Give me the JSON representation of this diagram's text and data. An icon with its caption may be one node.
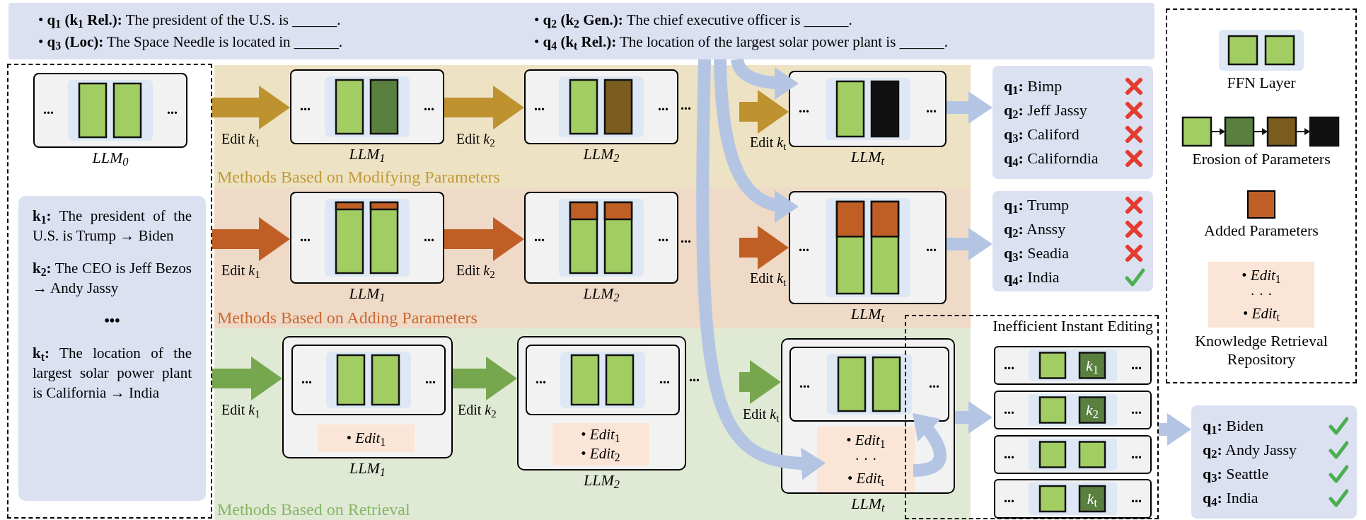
{
  "diagram": {
    "nodes": [
      {
        "text": [
          "• **q$_{1}$ (k$_{1}$ Rel.):** The president of the U.S. is ______.",
          "• **q$_{2}$ (k$_{2}$ Gen.):** The chief executive officer is ______.",
          "• **q$_{3}$ (Loc):** The Space Needle is located in ______.",
          "• **q$_{4}$ (k$_{t}$ Rel.):** The location of the largest solar power plant is ______."
        ]
      },
      {
        "text": [],
        "shape": "box"
      },
      {
        "text": [
          "...",
          "..."
        ],
        "in": 1,
        "beside": [
          "LLM$_{0}$"
        ]
      },
      {
        "text": [
          "**k$_{1}$:** The president of the U.S. is Trump → Biden",
          "**k$_{2}$:** The CEO is Jeff Bezos → Andy Jassy",
          "•••",
          "**k$_{t}$:** The location of the largest solar power plant is California → India"
        ],
        "in": 1
      },
      {
        "text": [
          "Methods Based on Modifying Parameters"
        ]
      },
      {
        "text": [
          "...",
          "..."
        ],
        "in": 4,
        "beside": [
          "LLM$_{1}$"
        ]
      },
      {
        "text": [
          "...",
          "..."
        ],
        "in": 4,
        "beside": [
          "LLM$_{2}$"
        ]
      },
      {
        "text": [
          "...",
          "..."
        ],
        "in": 4,
        "beside": [
          "LLM$_{t}$"
        ]
      },
      {
        "text": [
          "Methods Based on Adding Parameters"
        ]
      },
      {
        "text": [
          "...",
          "..."
        ],
        "in": 8,
        "beside": [
          "LLM$_{1}$"
        ]
      },
      {
        "text": [
          "...",
          "..."
        ],
        "in": 8,
        "beside": [
          "LLM$_{2}$"
        ]
      },
      {
        "text": [
          "...",
          "..."
        ],
        "in": 8,
        "beside": [
          "LLM$_{t}$"
        ]
      },
      {
        "text": [
          "Methods Based on Retrieval"
        ]
      },
      {
        "text": [],
        "shape": "box",
        "in": 12,
        "beside": [
          "LLM$_{1}$"
        ]
      },
      {
        "text": [
          "...",
          "..."
        ],
        "in": 13
      },
      {
        "text": [
          "• *Edit*$_{1}$"
        ],
        "in": 13
      },
      {
        "text": [],
        "shape": "box",
        "in": 12,
        "beside": [
          "LLM$_{2}$"
        ]
      },
      {
        "text": [
          "...",
          "..."
        ],
        "in": 16
      },
      {
        "text": [
          "• *Edit*$_{1}$",
          "• *Edit*$_{2}$"
        ],
        "in": 16
      },
      {
        "text": [],
        "shape": "box",
        "in": 12,
        "beside": [
          "LLM$_{t}$"
        ]
      },
      {
        "text": [
          "...",
          "..."
        ],
        "in": 19
      },
      {
        "text": [
          "• *Edit*$_{1}$",
          "· · ·",
          "• *Edit*$_{t}$"
        ],
        "in": 19
      },
      {
        "text": [
          "**q$_{1}$:** Bimp",
          "**q$_{2}$:** Jeff Jassy",
          "**q$_{3}$:** Califord",
          "**q$_{4}$:** Californdia"
        ]
      },
      {
        "text": [
          "**q$_{1}$:** Trump",
          "**q$_{2}$:** Anssy",
          "**q$_{3}$:** Seadia",
          "**q$_{4}$:** India"
        ]
      },
      {
        "text": [
          "Inefficient Instant Editing"
        ]
      },
      {
        "text": [
          "...",
          "*k*$_{1}$",
          "..."
        ],
        "in": 24
      },
      {
        "text": [
          "...",
          "*k*$_{2}$",
          "..."
        ],
        "in": 24
      },
      {
        "text": [
          "...",
          "..."
        ],
        "in": 24
      },
      {
        "text": [
          "...",
          "*k*$_{t}$",
          "..."
        ],
        "in": 24
      },
      {
        "text": [
          "**q$_{1}$:** Biden",
          "**q$_{2}$:** Andy Jassy",
          "**q$_{3}$:** Seattle",
          "**q$_{4}$:** India"
        ]
      },
      {
        "text": [
          "• *Edit*$_{1}$",
          "· · ·",
          "• *Edit*$_{t}$"
        ]
      }
    ],
    "edges": [
      {
        "from": 1,
        "to": 5,
        "arrow": "to",
        "label": "Edit *k*$_{1}$",
        "color": "#bf9230"
      },
      {
        "from": 5,
        "to": 6,
        "arrow": "to",
        "label": "Edit *k*$_{2}$",
        "color": "#bf9230"
      },
      {
        "from": null,
        "to": 7,
        "arrow": "to",
        "label": "Edit *k*$_{t}$",
        "color": "#bf9230"
      },
      {
        "from": 1,
        "to": 9,
        "arrow": "to",
        "label": "Edit *k*$_{1}$",
        "color": "#bf5f26"
      },
      {
        "from": 9,
        "to": 10,
        "arrow": "to",
        "label": "Edit *k*$_{2}$",
        "color": "#bf5f26"
      },
      {
        "from": null,
        "to": 11,
        "arrow": "to",
        "label": "Edit *k*$_{t}$",
        "color": "#bf5f26"
      },
      {
        "from": 1,
        "to": 13,
        "arrow": "to",
        "label": "Edit *k*$_{1}$",
        "color": "#76a74f"
      },
      {
        "from": 13,
        "to": 16,
        "arrow": "to",
        "label": "Edit *k*$_{2}$",
        "color": "#76a74f"
      },
      {
        "from": null,
        "to": 19,
        "arrow": "to",
        "label": "Edit *k*$_{t}$",
        "color": "#76a74f"
      },
      {
        "from": 7,
        "to": 22,
        "arrow": "to",
        "color": "#b4c5e4"
      },
      {
        "from": 11,
        "to": 23,
        "arrow": "to",
        "color": "#b4c5e4"
      },
      {
        "from": 19,
        "to": 26,
        "arrow": "to",
        "color": "#b4c5e4"
      },
      {
        "from": 24,
        "to": 29,
        "arrow": "to",
        "color": "#b4c5e4"
      },
      {
        "from": 0,
        "to": 7,
        "arrow": "to",
        "color": "#b4c5e4"
      },
      {
        "from": 0,
        "to": 11,
        "arrow": "to",
        "color": "#b4c5e4"
      },
      {
        "from": 0,
        "to": 21,
        "arrow": "to",
        "color": "#b4c5e4"
      },
      {
        "from": 21,
        "to": 20,
        "arrow": "to",
        "color": "#b4c5e4"
      }
    ],
    "labels": [
      "...",
      "...",
      "..."
    ],
    "legend": [
      {
        "text": "FFN Layer"
      },
      {
        "text": "Erosion of Parameters"
      },
      {
        "text": "Added Parameters",
        "color": "#bf5f26"
      },
      {
        "text": "Knowledge Retrieval Repository"
      }
    ]
  }
}
